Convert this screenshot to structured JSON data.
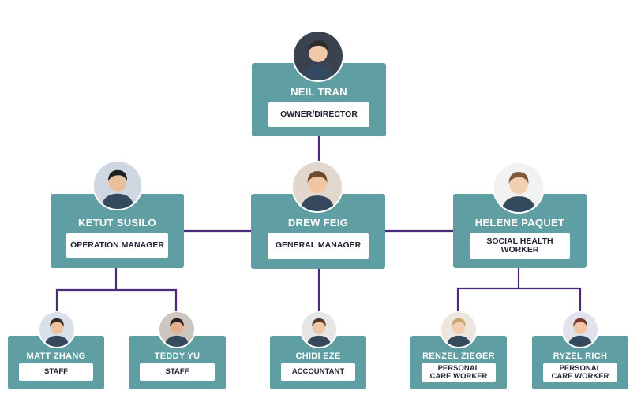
{
  "chart": {
    "people": {
      "neil": {
        "name": "NEIL TRAN",
        "role": "OWNER/DIRECTOR",
        "avatar": "person-icon"
      },
      "ketut": {
        "name": "KETUT SUSILO",
        "role": "OPERATION MANAGER",
        "avatar": "person-icon"
      },
      "drew": {
        "name": "DREW FEIG",
        "role": "GENERAL MANAGER",
        "avatar": "person-icon"
      },
      "helene": {
        "name": "HELENE PAQUET",
        "role": "SOCIAL HEALTH WORKER",
        "avatar": "person-icon"
      },
      "matt": {
        "name": "MATT ZHANG",
        "role": "STAFF",
        "avatar": "person-icon"
      },
      "teddy": {
        "name": "TEDDY YU",
        "role": "STAFF",
        "avatar": "person-icon"
      },
      "chidi": {
        "name": "CHIDI EZE",
        "role": "ACCOUNTANT",
        "avatar": "person-icon"
      },
      "renzel": {
        "name": "RENZEL ZIEGER",
        "role": "PERSONAL CARE WORKER",
        "avatar": "person-icon"
      },
      "ryzel": {
        "name": "RYZEL RICH",
        "role": "PERSONAL CARE WORKER",
        "avatar": "person-icon"
      }
    },
    "colors": {
      "card": "#5f9ea2",
      "connector": "#4b2a7a",
      "role_text": "#1e2233"
    }
  }
}
